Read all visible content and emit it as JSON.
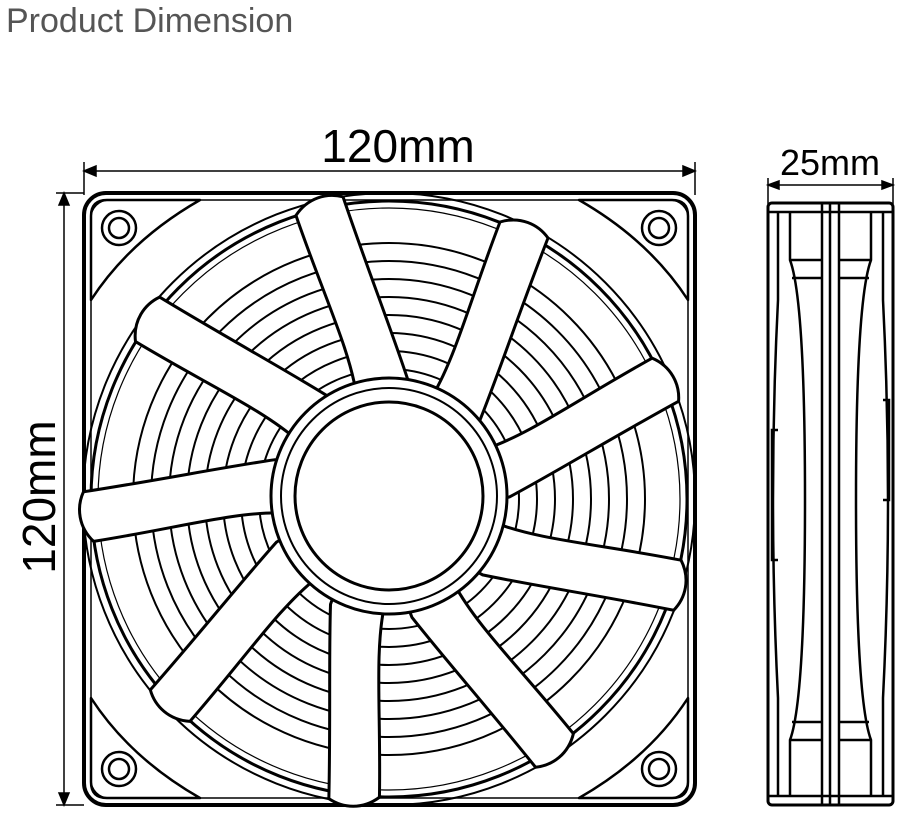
{
  "page": {
    "title": "Product Dimension"
  },
  "dimensions": {
    "front_width": "120mm",
    "front_height": "120mm",
    "side_depth": "25mm"
  },
  "colors": {
    "title_text": "#555555",
    "line": "#000000",
    "background": "#ffffff"
  },
  "views": [
    "fan-front-view",
    "fan-side-view"
  ]
}
